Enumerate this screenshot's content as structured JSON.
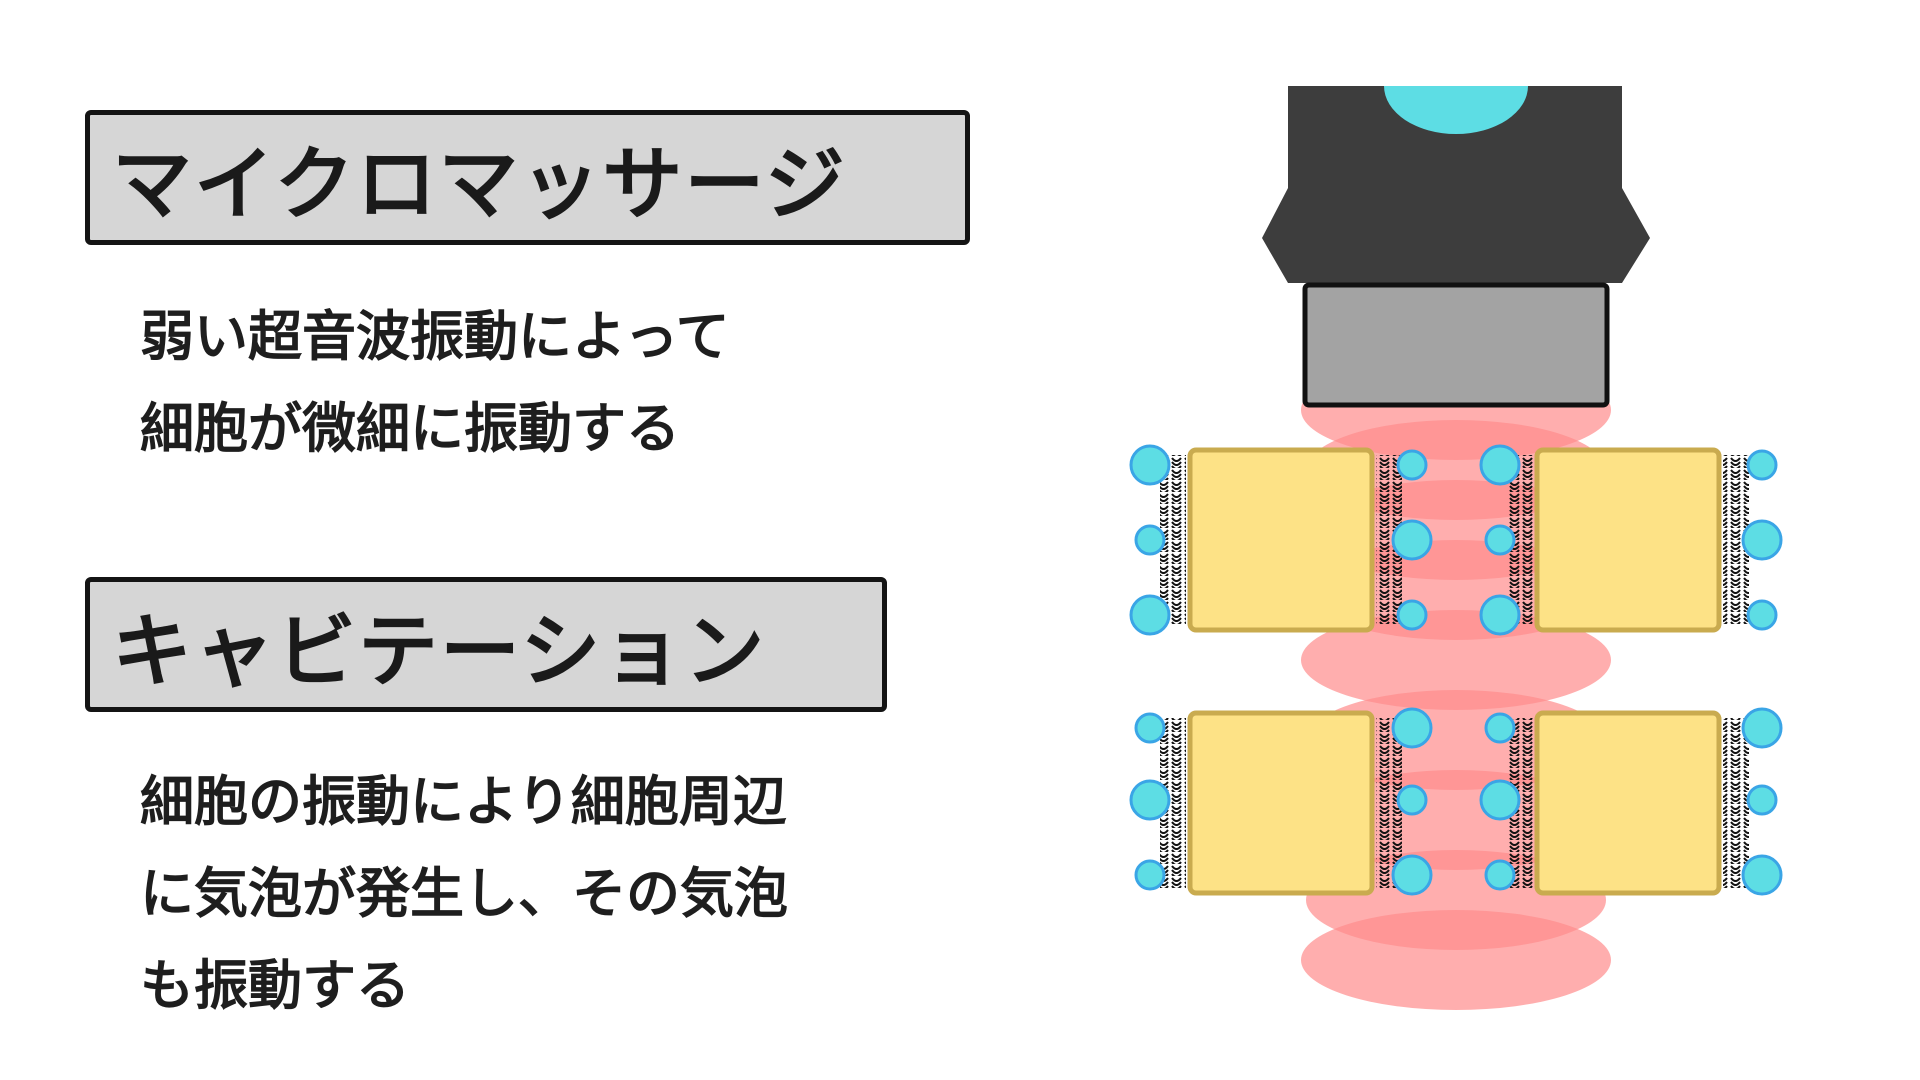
{
  "microMassage": {
    "heading": "マイクロマッサージ",
    "lines": [
      "弱い超音波振動によって",
      "細胞が微細に振動する"
    ]
  },
  "cavitation": {
    "heading": "キャビテーション",
    "lines": [
      "細胞の振動により細胞周辺",
      "に気泡が発生し、その気泡",
      "も振動する"
    ]
  },
  "colors": {
    "deviceBody": "#3d3d3d",
    "deviceLens": "#5ddde4",
    "deviceHead": "#a3a3a3",
    "waves": "#ff8c8c",
    "cell": "#fde286",
    "cellBorder": "#c9ab4f",
    "bubble": "#5ddde4",
    "bubbleBorder": "#3aa5e6",
    "headingBg": "#d6d6d6"
  }
}
